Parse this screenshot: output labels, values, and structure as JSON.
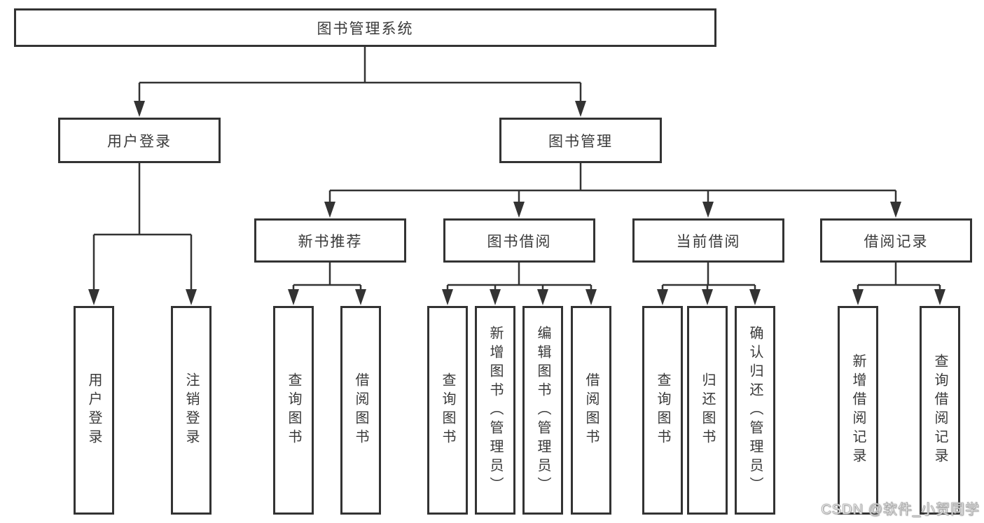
{
  "colors": {
    "line": "#333333",
    "text": "#3a3a3a",
    "background": "#ffffff",
    "watermark_fill": "#fdfdfd",
    "watermark_stroke": "#a8a8a8"
  },
  "diagram": {
    "root": {
      "label": "图书管理系统"
    },
    "level1": [
      {
        "label": "用户登录"
      },
      {
        "label": "图书管理"
      }
    ],
    "level2": [
      {
        "label": "新书推荐"
      },
      {
        "label": "图书借阅"
      },
      {
        "label": "当前借阅"
      },
      {
        "label": "借阅记录"
      }
    ],
    "leaves": {
      "user_login": [
        {
          "label": "用户登录"
        },
        {
          "label": "注销登录"
        }
      ],
      "new_book_recommend": [
        {
          "label": "查询图书"
        },
        {
          "label": "借阅图书"
        }
      ],
      "book_borrowing": [
        {
          "label": "查询图书"
        },
        {
          "label": "新增图书（管理员）"
        },
        {
          "label": "编辑图书（管理员）"
        },
        {
          "label": "借阅图书"
        }
      ],
      "current_borrowing": [
        {
          "label": "查询图书"
        },
        {
          "label": "归还图书"
        },
        {
          "label": "确认归还（管理员）"
        }
      ],
      "borrowing_records": [
        {
          "label": "新增借阅记录"
        },
        {
          "label": "查询借阅记录"
        }
      ]
    },
    "watermark": "CSDN @软件_小贺同学"
  }
}
